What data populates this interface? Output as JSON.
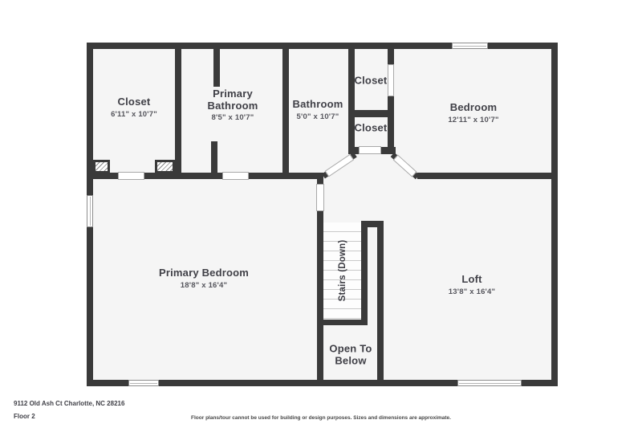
{
  "colors": {
    "wall": "#3a3a3a",
    "floor": "#f5f5f5",
    "page_bg": "#ffffff",
    "label": "#3f3f46",
    "dims": "#55555c",
    "door_line": "#a8a8a8",
    "tread_line": "#c9c9c9",
    "hatch_line": "#8a8a8a"
  },
  "rooms": {
    "closet_left": {
      "name": "Closet",
      "dims": "6'11\" x 10'7\""
    },
    "primary_bathroom": {
      "name": "Primary Bathroom",
      "dims": "8'5\" x 10'7\""
    },
    "bathroom": {
      "name": "Bathroom",
      "dims": "5'0\" x 10'7\""
    },
    "closet_top": {
      "name": "Closet"
    },
    "closet_mid": {
      "name": "Closet"
    },
    "bedroom": {
      "name": "Bedroom",
      "dims": "12'11\" x 10'7\""
    },
    "primary_bedroom": {
      "name": "Primary Bedroom",
      "dims": "18'8\" x 16'4\""
    },
    "loft": {
      "name": "Loft",
      "dims": "13'8\" x 16'4\""
    },
    "stairs": {
      "label": "Stairs (Down)"
    },
    "open_to_below": {
      "label": "Open To Below"
    }
  },
  "footer": {
    "address": "9112 Old Ash Ct Charlotte, NC 28216",
    "floor": "Floor 2",
    "disclaimer": "Floor plans/tour cannot be used for building or design purposes. Sizes and dimensions are approximate."
  }
}
